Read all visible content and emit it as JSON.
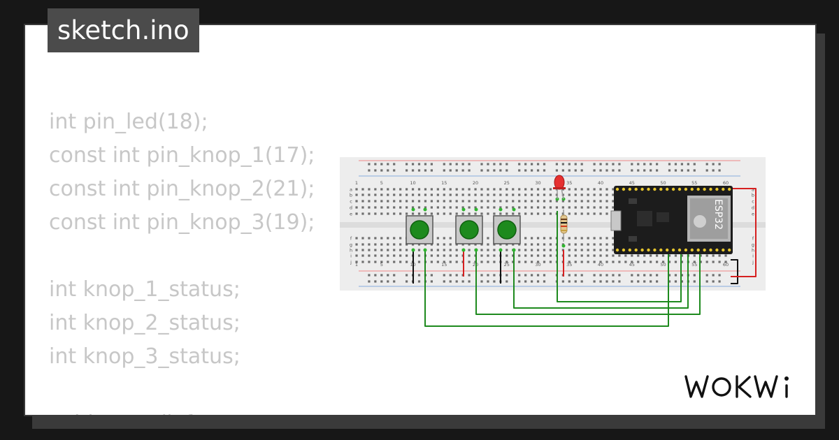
{
  "header": {
    "file_name": "sketch.ino"
  },
  "code_lines": [
    "int pin_led(18);",
    "const int pin_knop_1(17);",
    "const int pin_knop_2(21);",
    "const int pin_knop_3(19);",
    "",
    "int knop_1_status;",
    "int knop_2_status;",
    "int knop_3_status;",
    "",
    "void setup() {"
  ],
  "breadboard": {
    "column_numbers": [
      "1",
      "5",
      "10",
      "15",
      "20",
      "25",
      "30",
      "35",
      "40",
      "45",
      "50",
      "55",
      "60"
    ],
    "row_letters_top": [
      "a",
      "b",
      "c",
      "d",
      "e"
    ],
    "row_letters_bottom": [
      "f",
      "g",
      "h",
      "i",
      "j"
    ]
  },
  "board": {
    "chip_label": "ESP32"
  },
  "brand": {
    "logo_text": "WOKWi"
  },
  "colors": {
    "background": "#171717",
    "card": "#ffffff",
    "tab": "#4b4b4b",
    "code_text": "#c7c7c7",
    "wire_green": "#1e8a1e",
    "wire_red": "#d62020",
    "wire_black": "#111111",
    "button_green": "#1d8a1d"
  }
}
